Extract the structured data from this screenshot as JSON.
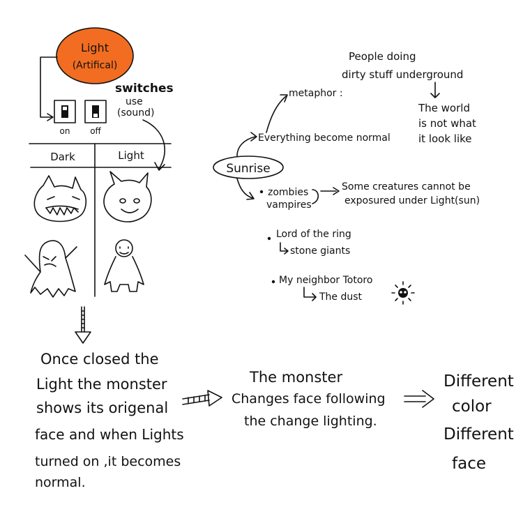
{
  "light_bubble": {
    "line1": "Light",
    "line2": "(Artifical)",
    "color": "#f26d21"
  },
  "switches": {
    "title": "switches",
    "use_line1": "use",
    "use_line2": "(sound)",
    "on_label": "on",
    "off_label": "off"
  },
  "table": {
    "dark_label": "Dark",
    "light_label": "Light"
  },
  "bottom_left_text": [
    "Once closed the",
    "Light the monster",
    "shows its origenal",
    "face and when Lights",
    "turned on ,it becomes",
    "normal."
  ],
  "middle_text": [
    "The monster",
    "Changes face following",
    "the change lighting."
  ],
  "right_text": [
    "Different",
    "color",
    "Different",
    "face"
  ],
  "sunrise": {
    "label": "Sunrise",
    "everything": "Everything become normal",
    "metaphor": "metaphor :",
    "people_doing": "People doing",
    "dirty_stuff": "dirty stuff underground",
    "world_line1": "The world",
    "world_line2": "is not what",
    "world_line3": "it look like",
    "zombies": "zombies",
    "vampires": "vampires",
    "creatures_line1": "Some creatures cannot be",
    "creatures_line2": "exposured under Light(sun)",
    "lord": "Lord of the ring",
    "stone": "stone giants",
    "totoro": "My neighbor Totoro",
    "dust": "The dust"
  }
}
